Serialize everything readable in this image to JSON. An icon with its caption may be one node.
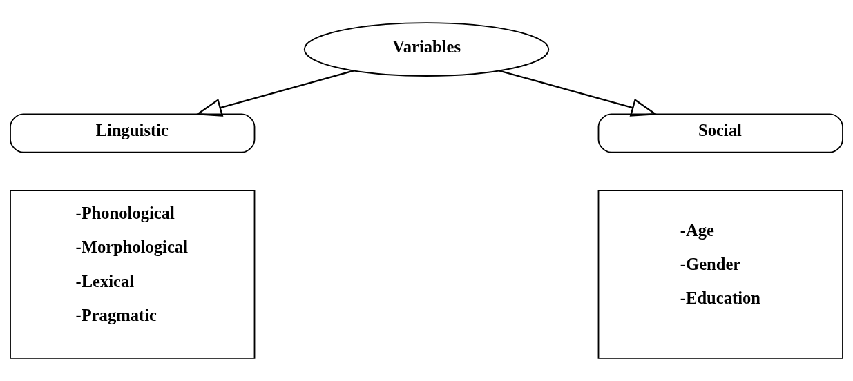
{
  "diagram": {
    "nodes": [
      {
        "text": [
          "Variables"
        ]
      },
      {
        "text": [
          "Linguistic"
        ]
      },
      {
        "text": [
          "-Phonological",
          "-Morphological",
          "-Lexical",
          "-Pragmatic"
        ]
      },
      {
        "text": [
          "Social"
        ]
      },
      {
        "text": [
          "-Age",
          "-Gender",
          "-Education"
        ]
      }
    ],
    "edges": [
      {
        "from": 0,
        "to": 1,
        "arrow": "to"
      },
      {
        "from": 0,
        "to": 3,
        "arrow": "to"
      }
    ]
  }
}
